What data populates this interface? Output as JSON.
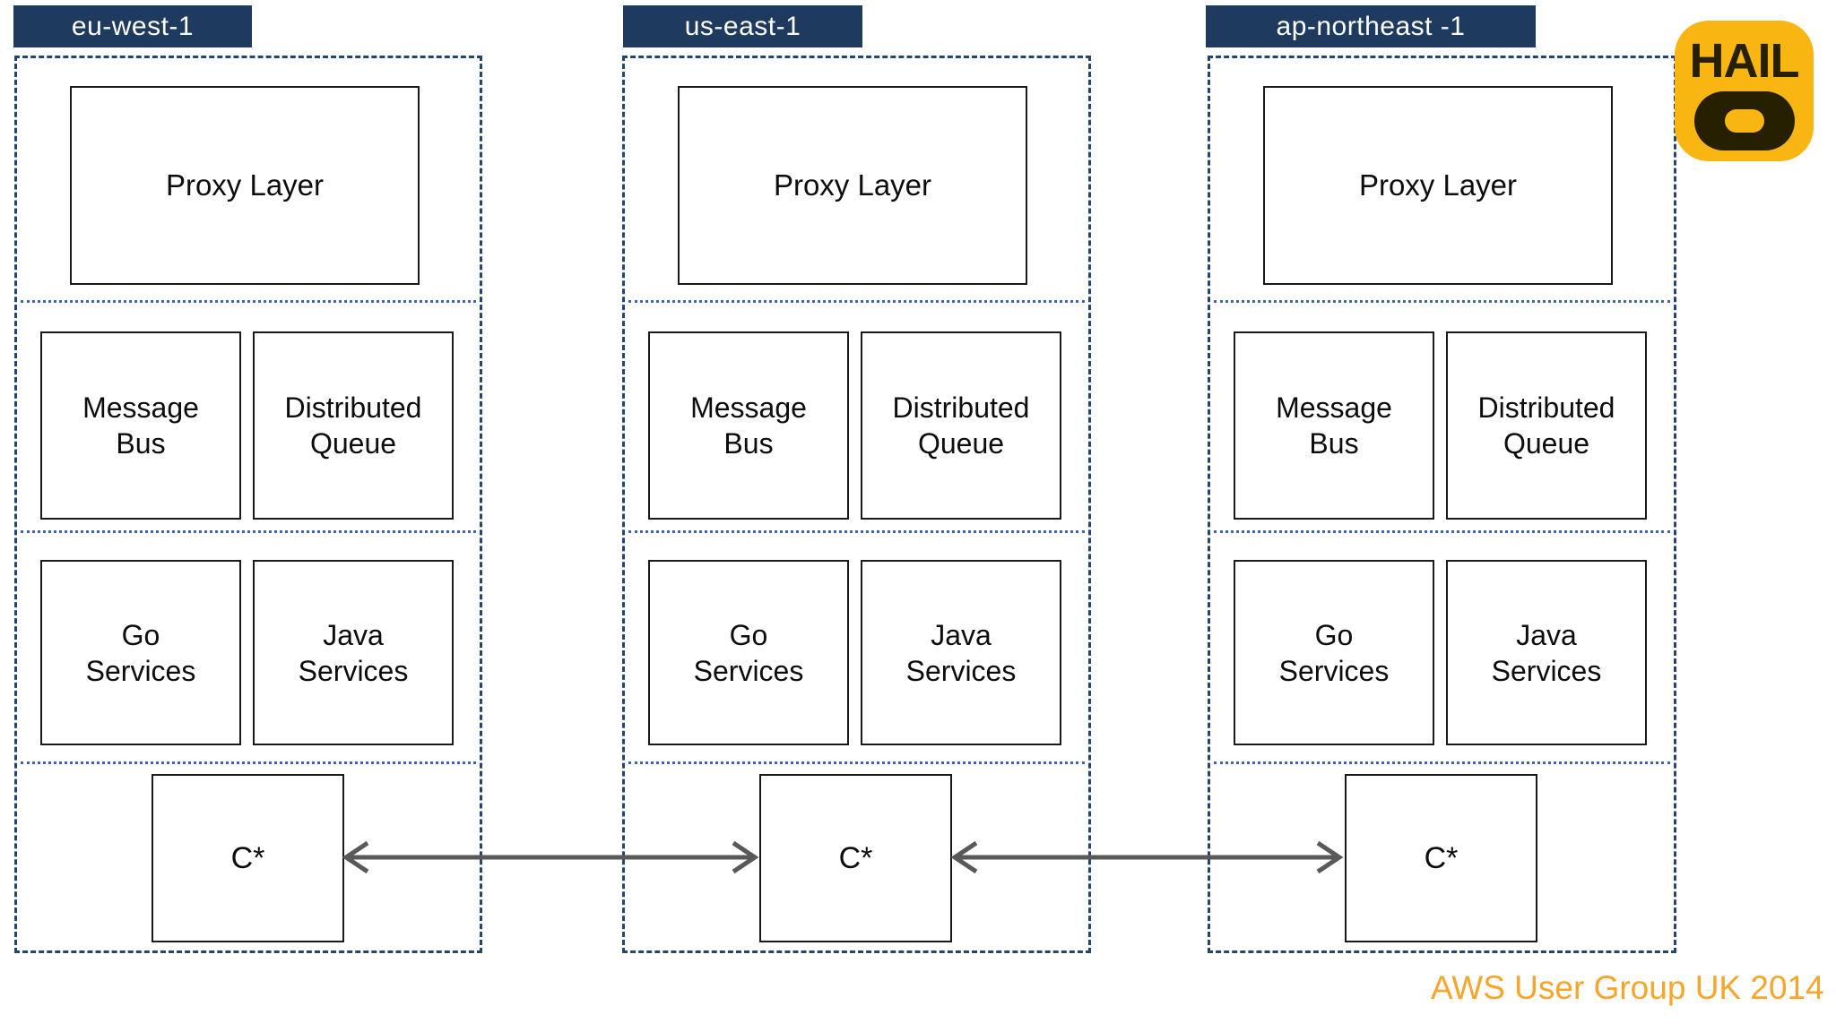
{
  "regions": [
    {
      "label": "eu-west-1",
      "proxy_layer": "Proxy Layer",
      "message_bus": "Message\nBus",
      "distributed_queue": "Distributed\nQueue",
      "go_services": "Go\nServices",
      "java_services": "Java\nServices",
      "cassandra": "C*"
    },
    {
      "label": "us-east-1",
      "proxy_layer": "Proxy Layer",
      "message_bus": "Message\nBus",
      "distributed_queue": "Distributed\nQueue",
      "go_services": "Go\nServices",
      "java_services": "Java\nServices",
      "cassandra": "C*"
    },
    {
      "label": "ap-northeast -1",
      "proxy_layer": "Proxy Layer",
      "message_bus": "Message\nBus",
      "distributed_queue": "Distributed\nQueue",
      "go_services": "Go\nServices",
      "java_services": "Java\nServices",
      "cassandra": "C*"
    }
  ],
  "logo": {
    "brand": "HAIL",
    "o_icon": "stadium-o-icon"
  },
  "footer": {
    "credit": "AWS User Group UK 2014"
  },
  "colors": {
    "region_border": "#24456E",
    "label_bg": "#1F3A5F",
    "separator_dotted": "#4263AE",
    "arrow_gray": "#595959",
    "logo_amber": "#F9B511",
    "logo_dark": "#262001",
    "credit_orange": "#F7A62B"
  }
}
